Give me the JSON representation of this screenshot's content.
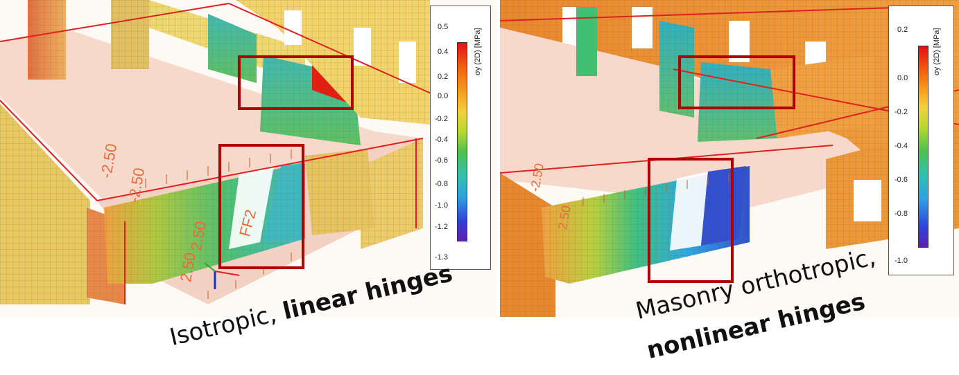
{
  "panels": [
    {
      "id": "left",
      "legend": {
        "title": "σy (2D) [MPa]",
        "ticks": [
          "0.5",
          "0.4",
          "0.2",
          "0.0",
          "-0.2",
          "-0.4",
          "-0.6",
          "-0.8",
          "-1.0",
          "-1.2",
          "-1.3"
        ]
      },
      "dimension_labels": [
        "-2.50",
        "-2.50",
        "2.50",
        "2.50",
        "FF2"
      ],
      "caption": {
        "normal": "Isotropic, ",
        "bold": "linear hinges"
      }
    },
    {
      "id": "right",
      "legend": {
        "title": "σy (2D) [MPa]",
        "ticks": [
          "0.2",
          "0.0",
          "-0.2",
          "-0.4",
          "-0.6",
          "-0.8",
          "-1.0"
        ]
      },
      "dimension_labels": [
        "-2.50",
        "2.50"
      ],
      "caption": {
        "line1": "Masonry orthotropic,",
        "line2_bold": "nonlinear hinges"
      }
    }
  ],
  "colors": {
    "scale": [
      "#e0101a",
      "#f06010",
      "#f5a020",
      "#f2d040",
      "#b8d830",
      "#50c050",
      "#30c0b0",
      "#30a0e0",
      "#3040d8",
      "#6020b0"
    ],
    "highlight_box": "#b00000",
    "floor": "#f5d5c8",
    "frame": "#e02020"
  }
}
